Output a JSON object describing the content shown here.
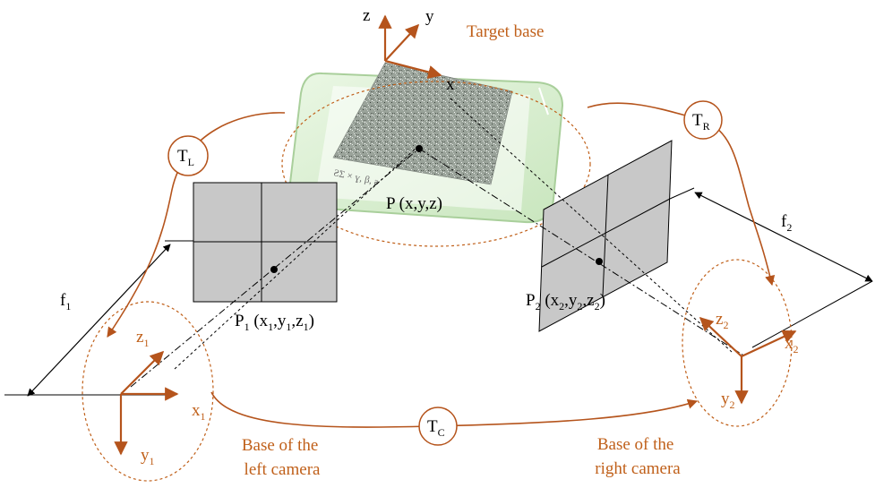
{
  "colors": {
    "accent": "#b5541c",
    "sensor_fill": "#c8c8c8",
    "target_base_fill": "#d9f0d2",
    "speckle": "#9aa39a"
  },
  "labels": {
    "target_base": "Target base",
    "point": "P (x,y,z)",
    "p1": {
      "main": "P",
      "sub": "1",
      "coords": [
        " (x",
        "1",
        ",y",
        "1",
        ",z",
        "1",
        ")"
      ]
    },
    "p2": {
      "main": "P",
      "sub": "2",
      "coords": [
        " (x",
        "2",
        ",y",
        "2",
        ",z",
        "2",
        ")"
      ]
    },
    "left_base": [
      "Base of the",
      "left camera"
    ],
    "right_base": [
      "Base of the",
      "right camera"
    ],
    "f1": {
      "main": "f",
      "sub": "1"
    },
    "f2": {
      "main": "f",
      "sub": "2"
    },
    "target_axes": {
      "x": "x",
      "y": "y",
      "z": "z"
    },
    "left_axes": {
      "x": "x",
      "xsub": "1",
      "y": "y",
      "ysub": "1",
      "z": "z",
      "zsub": "1"
    },
    "right_axes": {
      "x": "x",
      "xsub": "2",
      "y": "y",
      "ysub": "2",
      "z": "z",
      "zsub": "2"
    },
    "transforms": {
      "tl": {
        "main": "T",
        "sub": "L"
      },
      "tr": {
        "main": "T",
        "sub": "R"
      },
      "tc": {
        "main": "T",
        "sub": "C"
      }
    },
    "plate_text": "ƧΣ × ɣ, β, ƨ"
  }
}
